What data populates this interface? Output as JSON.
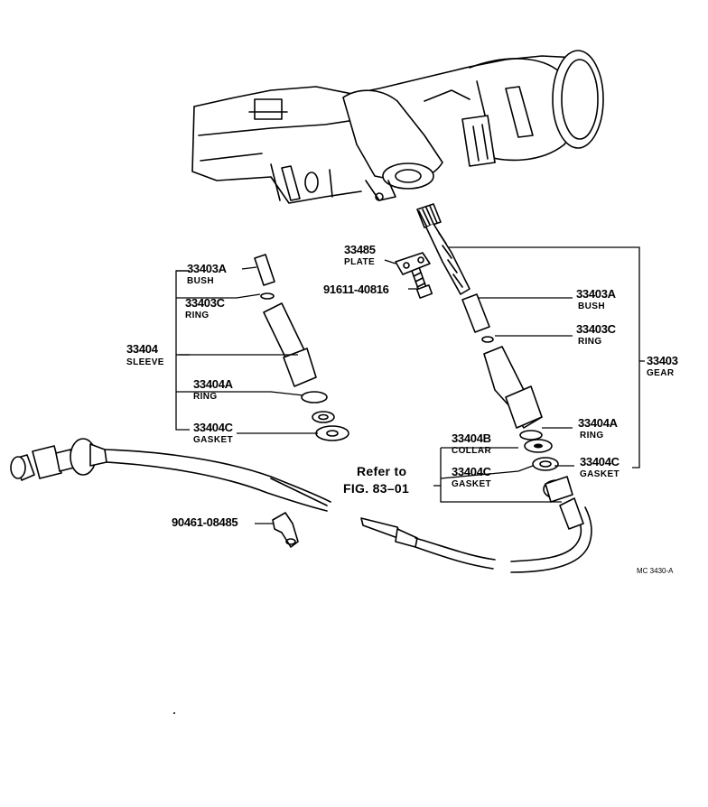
{
  "diagram_code": "MC 3430-A",
  "reference": {
    "line1": "Refer  to",
    "line2": "FIG. 83–01"
  },
  "parts": {
    "bush_left": {
      "number": "33403A",
      "name": "BUSH"
    },
    "ring_c_left": {
      "number": "33403C",
      "name": "RING"
    },
    "sleeve": {
      "number": "33404",
      "name": "SLEEVE"
    },
    "ring_a_left": {
      "number": "33404A",
      "name": "RING"
    },
    "gasket_left": {
      "number": "33404C",
      "name": "GASKET"
    },
    "plate": {
      "number": "33485",
      "name": "PLATE"
    },
    "bolt": {
      "number": "91611-40816"
    },
    "bush_right": {
      "number": "33403A",
      "name": "BUSH"
    },
    "ring_c_right": {
      "number": "33403C",
      "name": "RING"
    },
    "gear": {
      "number": "33403",
      "name": "GEAR"
    },
    "ring_a_right": {
      "number": "33404A",
      "name": "RING"
    },
    "collar": {
      "number": "33404B",
      "name": "COLLAR"
    },
    "gasket_right_top": {
      "number": "33404C",
      "name": "GASKET"
    },
    "gasket_right_bottom": {
      "number": "33404C",
      "name": "GASKET"
    },
    "clamp": {
      "number": "90461-08485"
    }
  }
}
